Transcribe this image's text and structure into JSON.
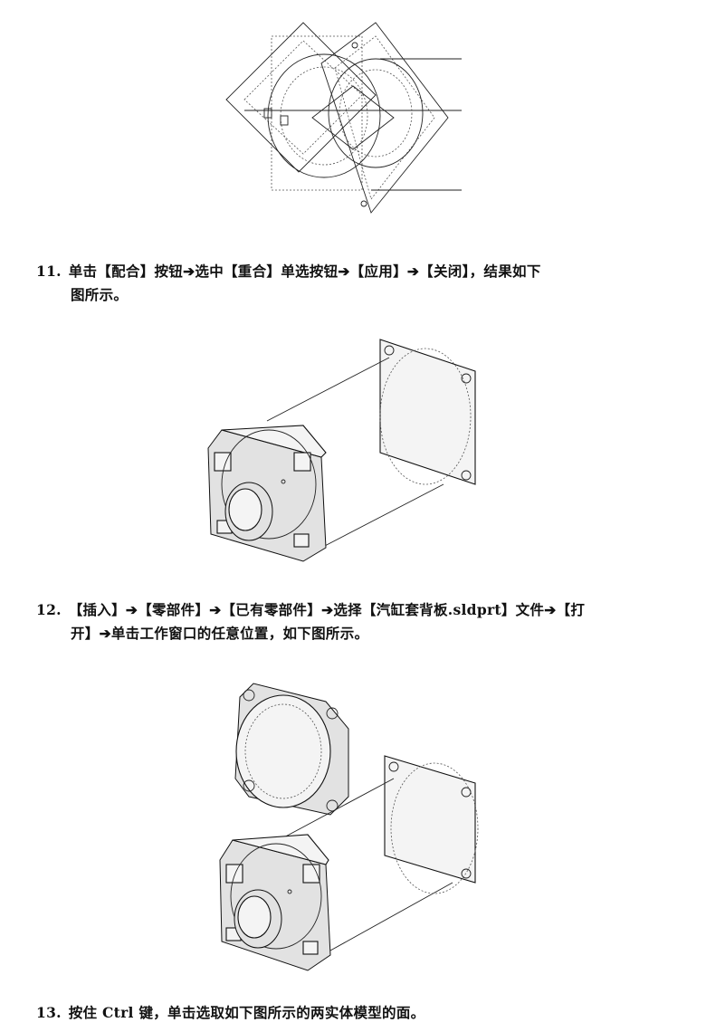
{
  "steps": [
    {
      "num": "11.",
      "line1": "单击【配合】按钮➔选中【重合】单选按钮➔【应用】➔【关闭】，结果如下",
      "line2": "图所示。"
    },
    {
      "num": "12.",
      "line1": "【插入】➔【零部件】➔【已有零部件】➔选择【汽缸套背板.sldprt】文件➔【打",
      "line2": "开】➔单击工作窗口的任意位置，如下图所示。"
    },
    {
      "num": "13.",
      "line1": "按住 Ctrl 键，单击选取如下图所示的两实体模型的面。"
    }
  ]
}
